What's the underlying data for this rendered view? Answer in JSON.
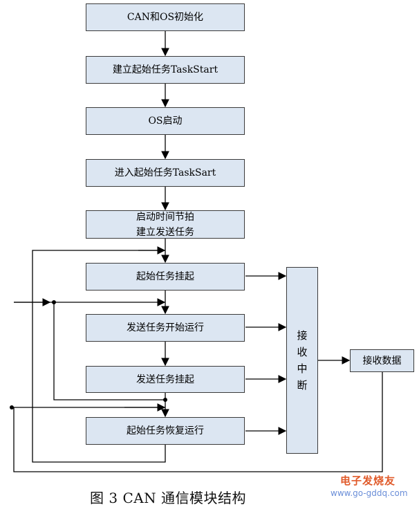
{
  "boxes": {
    "init": "CAN和OS初始化",
    "create_start_task": "建立起始任务TaskStart",
    "os_start": "OS启动",
    "enter_start_task": "进入起始任务TaskSart",
    "tick_line1": "启动时间节拍",
    "tick_line2": "建立发送任务",
    "start_task_suspend": "起始任务挂起",
    "send_task_run": "发送任务开始运行",
    "send_task_suspend": "发送任务挂起",
    "start_task_resume": "起始任务恢复运行",
    "receive_data": "接收数据"
  },
  "interrupt_box": {
    "chars": [
      "接",
      "收",
      "中",
      "断"
    ]
  },
  "caption": "图 3 CAN 通信模块结构",
  "watermark": {
    "top": "电子发烧友",
    "bottom": "www.go-gddq.com"
  },
  "colors": {
    "box_fill": "#dce6f2",
    "box_border": "#3a3a3a",
    "line": "#000000"
  }
}
